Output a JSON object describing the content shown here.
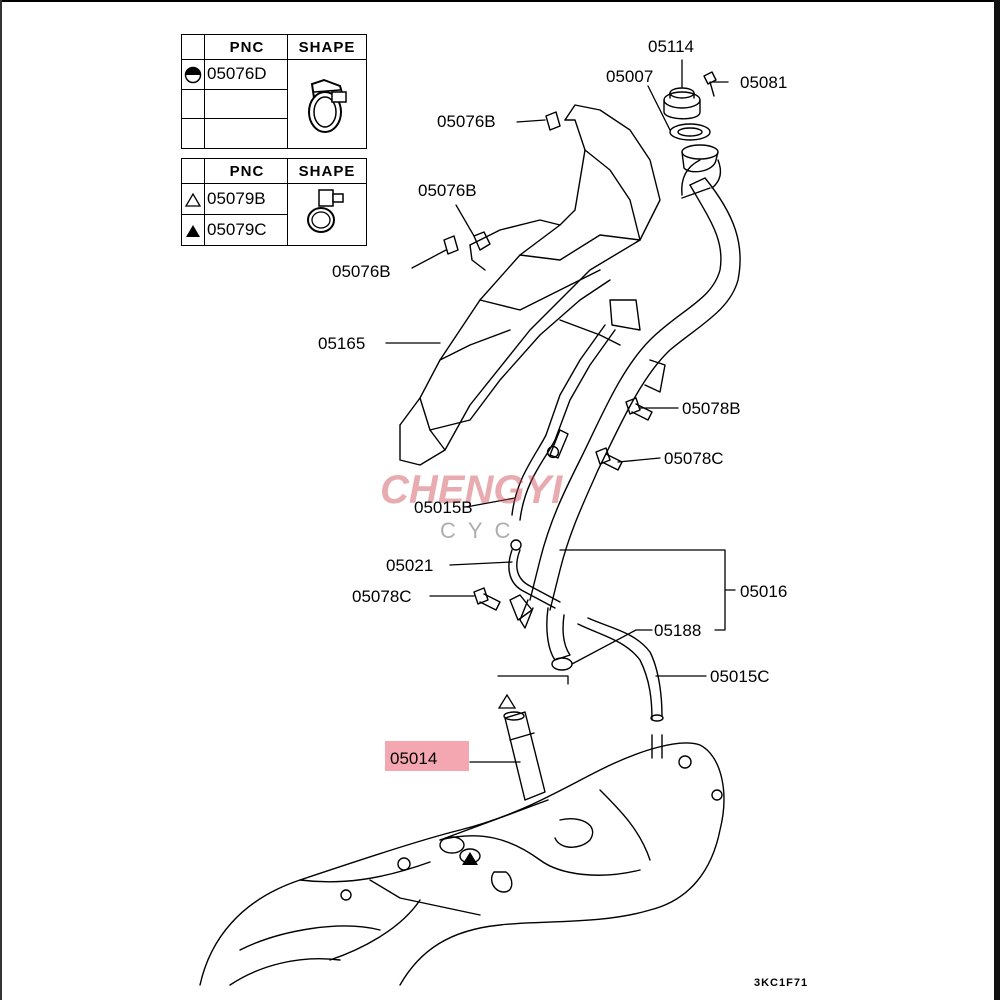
{
  "legend_tables": [
    {
      "header": {
        "pnc": "PNC",
        "shape": "SHAPE"
      },
      "rows": [
        {
          "symbol": "half-circle-icon",
          "pnc": "05076D"
        },
        {
          "symbol": "",
          "pnc": ""
        },
        {
          "symbol": "",
          "pnc": ""
        }
      ]
    },
    {
      "header": {
        "pnc": "PNC",
        "shape": "SHAPE"
      },
      "rows": [
        {
          "symbol": "open-triangle-icon",
          "pnc": "05079B"
        },
        {
          "symbol": "filled-triangle-icon",
          "pnc": "05079C"
        }
      ]
    }
  ],
  "callouts": {
    "c05114": "05114",
    "c05007": "05007",
    "c05081": "05081",
    "c05076B_top": "05076B",
    "c05076B_mid": "05076B",
    "c05076B_left": "05076B",
    "c05165": "05165",
    "c05078B": "05078B",
    "c05078C_right": "05078C",
    "c05015B": "05015B",
    "c05021": "05021",
    "c05078C_left": "05078C",
    "c05016": "05016",
    "c05188": "05188",
    "c05015C": "05015C",
    "c05014": "05014"
  },
  "highlight_color": "#f4a7b0",
  "watermark": {
    "main": "CHENGYI",
    "sub": "CYC"
  },
  "diagram_code": "3KC1F71"
}
